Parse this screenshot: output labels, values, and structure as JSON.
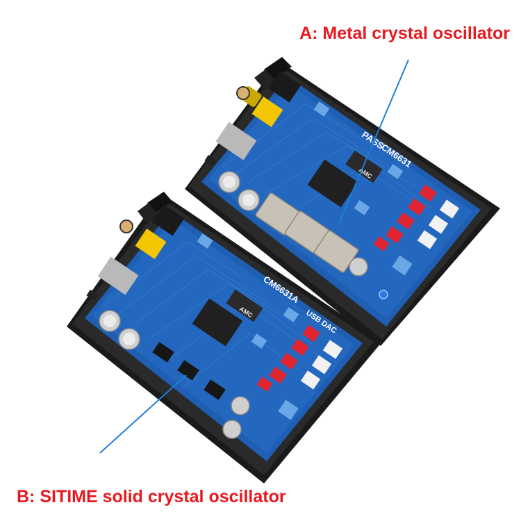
{
  "caption_a": {
    "text": "A: Metal crystal oscillator",
    "color": "#e8191f"
  },
  "caption_b": {
    "text": "B: SITIME solid crystal oscillator",
    "color": "#e8191f"
  },
  "pointer_color": "#1e7fd6",
  "board_a": {
    "chip_label": "CM6631",
    "logo_text": "PASS",
    "brand_text": "AMC"
  },
  "board_b": {
    "chip_label": "CM6631A",
    "brand_text": "AMC",
    "model_text": "USB DAC"
  }
}
